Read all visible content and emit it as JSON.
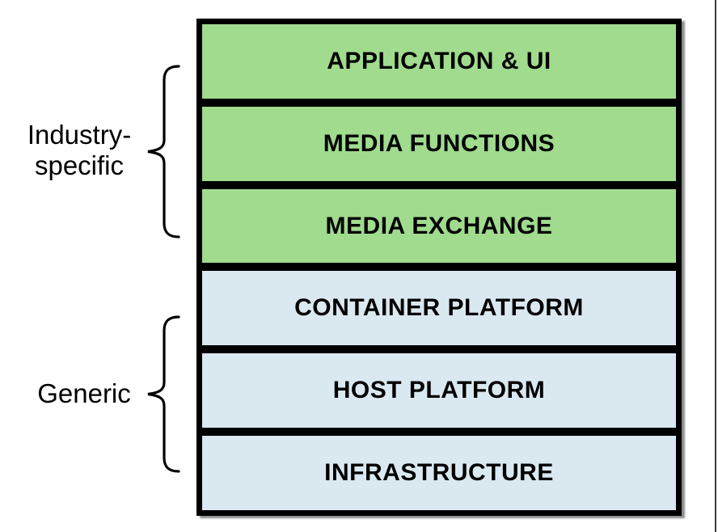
{
  "colors": {
    "industry_layer_fill": "#a0db8e",
    "generic_layer_fill": "#dae8f0",
    "stack_border": "#000000",
    "label_text": "#000000",
    "page_edge_line": "#3b3b3b"
  },
  "stack": {
    "layers": [
      {
        "label": "APPLICATION & UI",
        "group": "industry-specific"
      },
      {
        "label": "MEDIA FUNCTIONS",
        "group": "industry-specific"
      },
      {
        "label": "MEDIA EXCHANGE",
        "group": "industry-specific"
      },
      {
        "label": "CONTAINER PLATFORM",
        "group": "generic"
      },
      {
        "label": "HOST PLATFORM",
        "group": "generic"
      },
      {
        "label": "INFRASTRUCTURE",
        "group": "generic"
      }
    ]
  },
  "group_labels": {
    "industry": {
      "lines": [
        "Industry-",
        "specific"
      ]
    },
    "generic": {
      "lines": [
        "Generic"
      ]
    }
  }
}
